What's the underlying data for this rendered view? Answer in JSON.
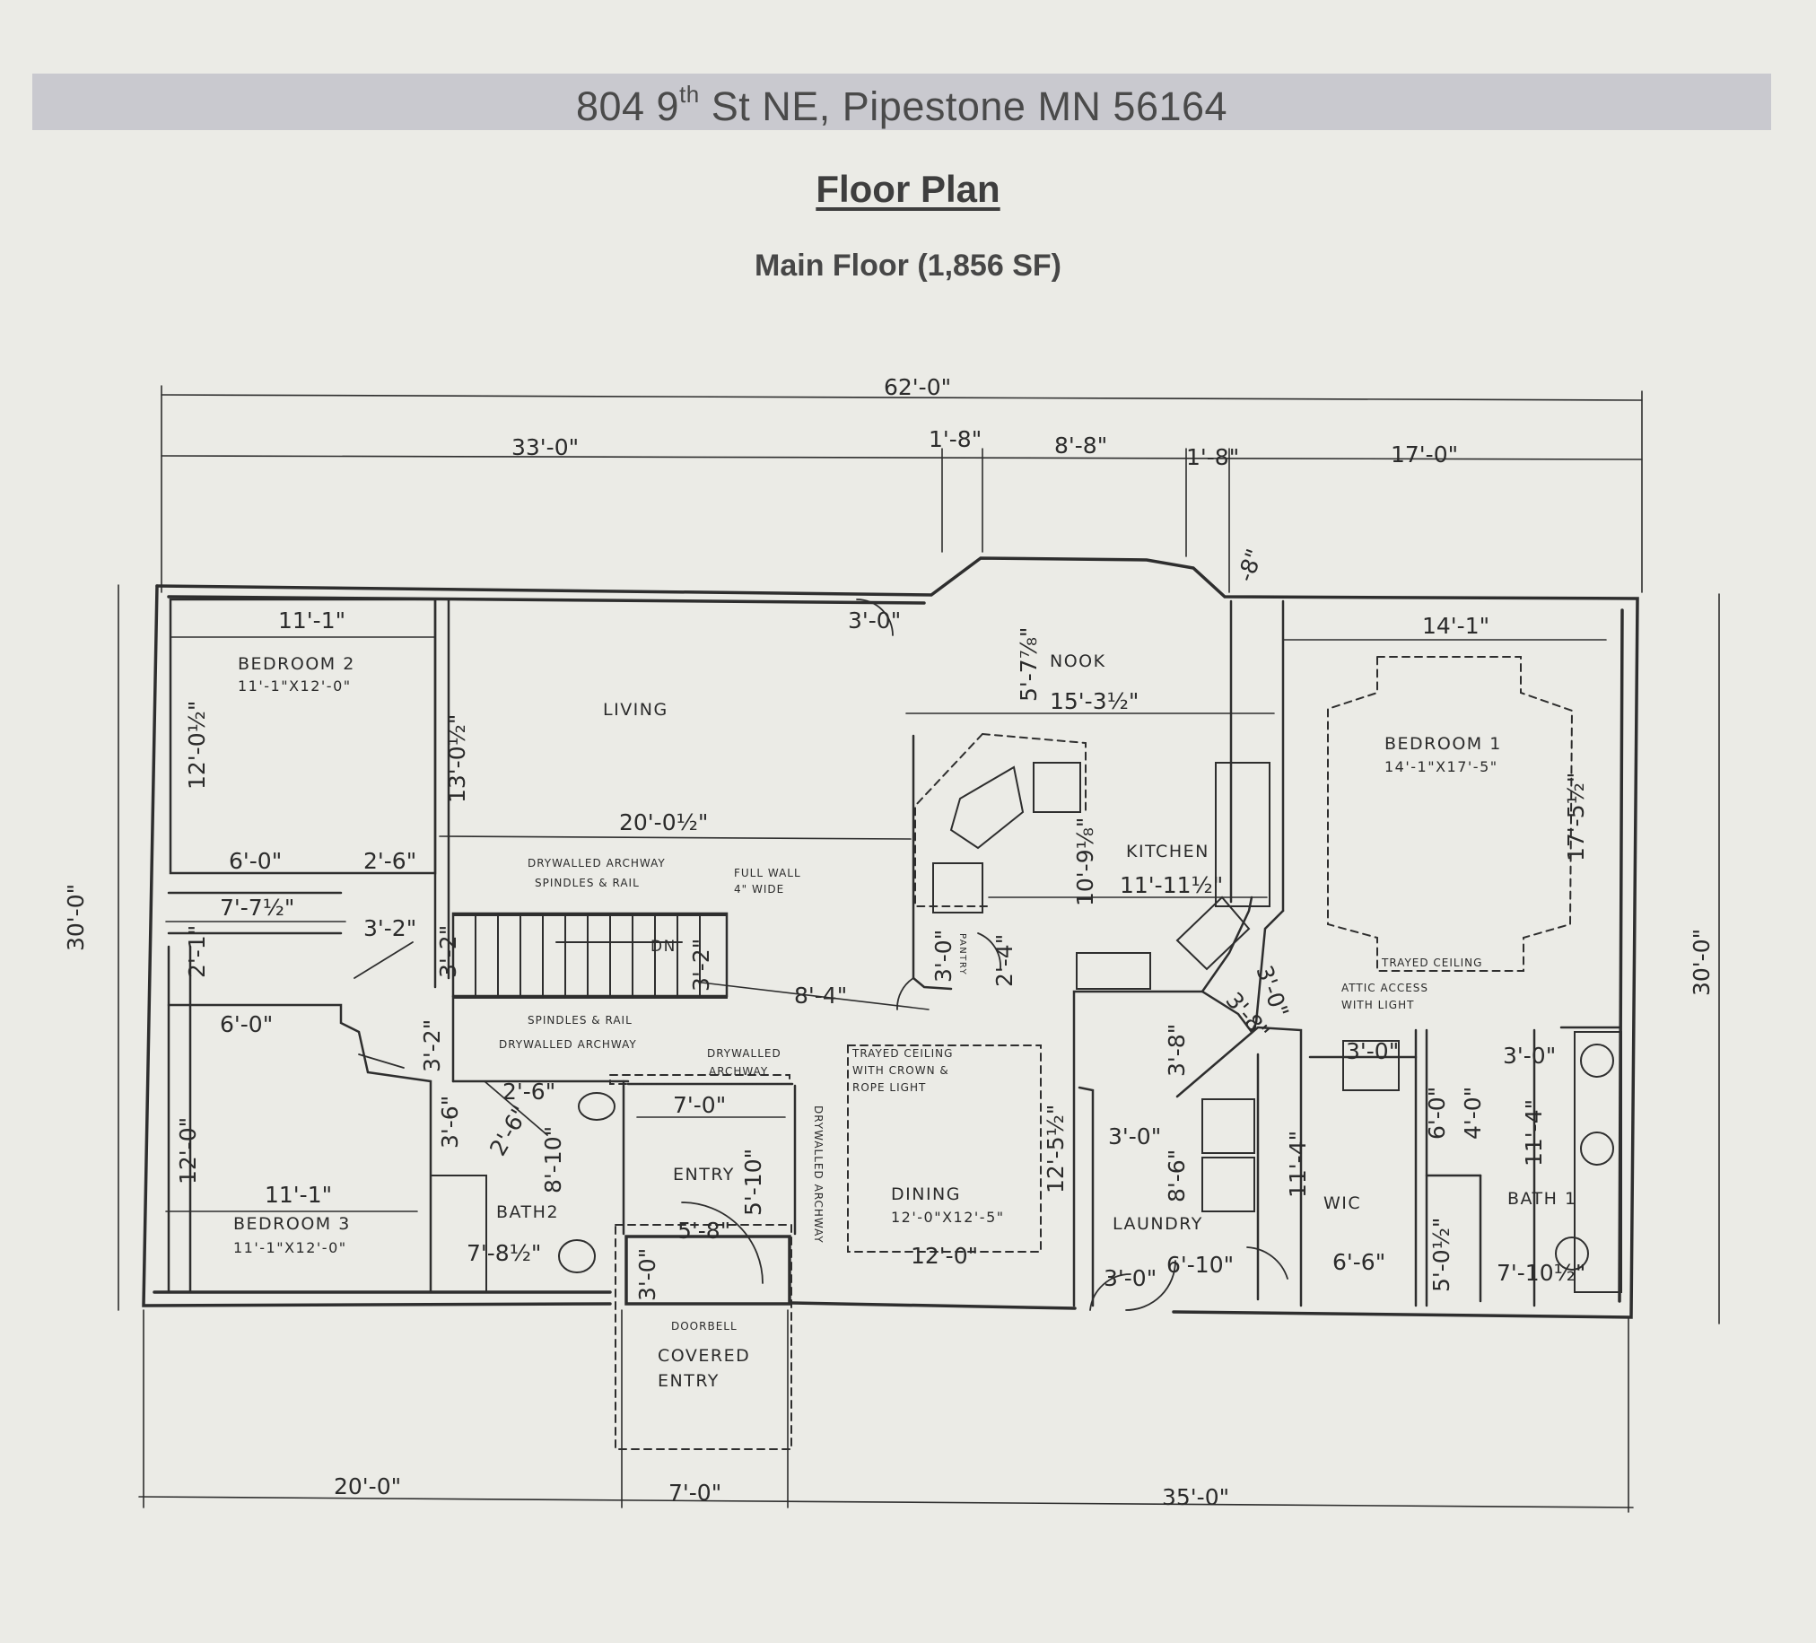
{
  "header": {
    "address_prefix": "804 9",
    "address_sup": "th",
    "address_suffix": " St NE, Pipestone MN 56164",
    "title": "Floor Plan",
    "subtitle": "Main Floor (1,856 SF)"
  },
  "rooms": {
    "bedroom2": "BEDROOM 2",
    "bedroom2_size": "11'-1\"X12'-0\"",
    "living": "LIVING",
    "nook": "NOOK",
    "kitchen": "KITCHEN",
    "bedroom1": "BEDROOM 1",
    "bedroom1_size": "14'-1\"X17'-5\"",
    "bedroom3": "BEDROOM 3",
    "bedroom3_size": "11'-1\"X12'-0\"",
    "bath2": "BATH2",
    "entry": "ENTRY",
    "dining": "DINING",
    "dining_size": "12'-0\"X12'-5\"",
    "laundry": "LAUNDRY",
    "wic": "WIC",
    "bath1": "BATH 1",
    "covered_entry_1": "COVERED",
    "covered_entry_2": "ENTRY",
    "pantry": "PANTRY",
    "dn": "DN"
  },
  "notes": {
    "drywalled_archway_top": "DRYWALLED ARCHWAY",
    "spindles_rail_top": "SPINDLES & RAIL",
    "full_wall_1": "FULL WALL",
    "full_wall_2": "4\" WIDE",
    "spindles_rail_bottom": "SPINDLES & RAIL",
    "drywalled_archway_bottom": "DRYWALLED ARCHWAY",
    "drywalled_archway_entry_1": "DRYWALLED",
    "drywalled_archway_entry_2": "ARCHWAY",
    "drywalled_archway_vert": "DRYWALLED ARCHWAY",
    "trayed_ceiling_dining_1": "TRAYED CEILING",
    "trayed_ceiling_dining_2": "WITH CROWN &",
    "trayed_ceiling_dining_3": "ROPE LIGHT",
    "trayed_ceiling_bed1": "TRAYED CEILING",
    "attic_access_1": "ATTIC ACCESS",
    "attic_access_2": "WITH LIGHT",
    "doorbell": "DOORBELL"
  },
  "dimensions": {
    "overall_top": "62'-0\"",
    "top_33": "33'-0\"",
    "top_1_8_a": "1'-8\"",
    "top_8_8": "8'-8\"",
    "top_1_8_b": "1'-8\"",
    "top_17": "17'-0\"",
    "bay_8": "-8\"",
    "bay_3_0": "3'-0\"",
    "left_30": "30'-0\"",
    "right_30": "30'-0\"",
    "bed2_w": "11'-1\"",
    "bed2_h": "12'-0½\"",
    "living_h": "13'-0½\"",
    "living_w": "20'-0½\"",
    "nook_v": "5'-7⅞\"",
    "nook_w": "15'-3½\"",
    "kitchen_v": "10'-9⅛\"",
    "kitchen_w": "11'-11½\"",
    "bed1_w": "14'-1\"",
    "bed1_h": "17'-5½\"",
    "closet_6_0_a": "6'-0\"",
    "closet_7_7": "7'-7½\"",
    "hall_2_6": "2'-6\"",
    "hall_3_2_a": "3'-2\"",
    "hall_3_2_b": "3'-2\"",
    "stair_3_2": "3'-2\"",
    "hall_8_4": "8'-4\"",
    "closet_2_1": "2'-1\"",
    "closet_6_0_b": "6'-0\"",
    "hall_3_2_c": "3'-2\"",
    "door_2_6_a": "2'-6\"",
    "door_2_6_b": "2'-6\"",
    "lin_3_6": "3'-6\"",
    "bath2_h": "8'-10\"",
    "bath2_w": "7'-8½\"",
    "entry_w": "7'-0\"",
    "entry_h": "5'-10\"",
    "entry_5_8": "5'-8\"",
    "entry_door": "3'-0\"",
    "bed3_h": "12'-0\"",
    "bed3_w": "11'-1\"",
    "pantry_3_0": "3'-0\"",
    "pantry_2_4": "2'-4\"",
    "dining_h": "12'-5½\"",
    "dining_w": "12'-0\"",
    "laundry_3_8": "3'-8\"",
    "laundry_3_0": "3'-0\"",
    "laundry_8_6": "8'-6\"",
    "laundry_door": "3'-0\"",
    "laundry_w": "6'-10\"",
    "angle_3_0": "3'-0\"",
    "angle_3_8": "3'-8\"",
    "wic_door": "3'-0\"",
    "wic_h": "11'-4\"",
    "wic_w": "6'-6\"",
    "bath1_6_0": "6'-0\"",
    "bath1_4_0": "4'-0\"",
    "bath1_door": "3'-0\"",
    "bath1_h": "11'-4\"",
    "bath1_5_0": "5'-0½\"",
    "bath1_w": "7'-10½\"",
    "bottom_20": "20'-0\"",
    "bottom_7": "7'-0\"",
    "bottom_35": "35'-0\""
  }
}
